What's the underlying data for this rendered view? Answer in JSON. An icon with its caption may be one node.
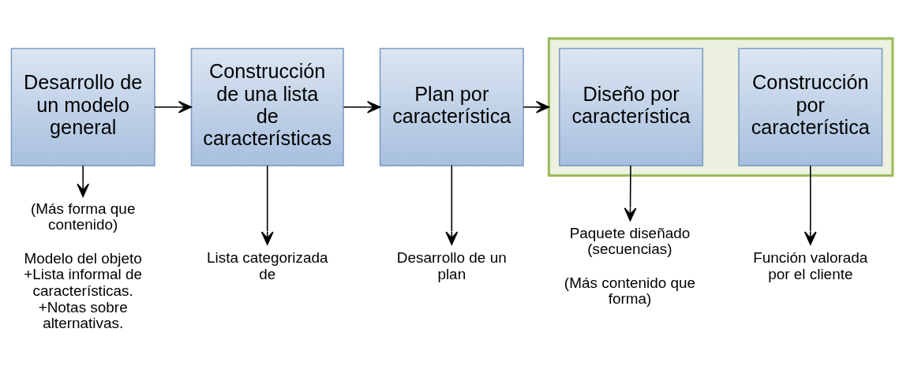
{
  "diagram": {
    "nodes": [
      {
        "text": [
          "Desarrollo de un modelo general"
        ]
      },
      {
        "text": [
          "Construcción de una lista de características"
        ]
      },
      {
        "text": [
          "Plan por característica"
        ]
      },
      {
        "text": [],
        "shape": "box"
      },
      {
        "text": [
          "Diseño por característica"
        ],
        "in": 3
      },
      {
        "text": [
          "Construcción por característica"
        ],
        "in": 3
      },
      {
        "text": [
          "(Más forma que contenido)",
          "Modelo del objeto +Lista informal de características. +Notas sobre alternativas."
        ]
      },
      {
        "text": [
          "Lista categorizada de"
        ]
      },
      {
        "text": [
          "Desarrollo de un plan"
        ]
      },
      {
        "text": [
          "Paquete diseñado (secuencias)",
          "(Más contenido que forma)"
        ]
      },
      {
        "text": [
          "Función valorada por el cliente"
        ]
      }
    ],
    "edges": [
      {
        "from": 0,
        "to": 1,
        "arrow": "to"
      },
      {
        "from": 1,
        "to": 2,
        "arrow": "to"
      },
      {
        "from": 2,
        "to": 3,
        "arrow": "to"
      },
      {
        "from": 0,
        "to": 6,
        "arrow": "to"
      },
      {
        "from": 1,
        "to": 7,
        "arrow": "to"
      },
      {
        "from": 2,
        "to": 8,
        "arrow": "to"
      },
      {
        "from": 4,
        "to": 9,
        "arrow": "to"
      },
      {
        "from": 5,
        "to": 10,
        "arrow": "to"
      }
    ]
  }
}
